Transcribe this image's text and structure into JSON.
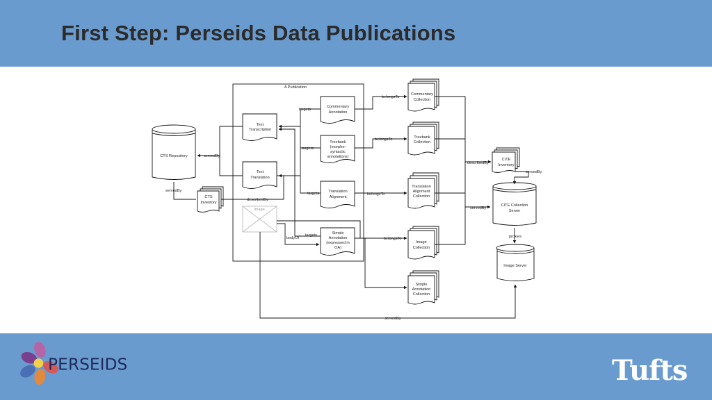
{
  "slide": {
    "title": "First Step: Perseids Data Publications"
  },
  "diagram": {
    "publication_label": "A Publication",
    "nodes": {
      "commentary_annotation": [
        "Commentary",
        "Annotation"
      ],
      "treebank": [
        "Treebank",
        "(morpho-",
        "syntactic",
        "annotations)"
      ],
      "translation_alignment": [
        "Translation",
        "Alignment"
      ],
      "simple_annotation": [
        "Simple",
        "Annotation",
        "(expressed in",
        "OA)"
      ],
      "text_transcription": [
        "Text",
        "Transcription"
      ],
      "text_translation": [
        "Text",
        "Translation"
      ],
      "image": "Image",
      "cts_repository": "CTS Repository",
      "cts_inventory": [
        "CTS",
        "Inventory"
      ],
      "commentary_collection": [
        "Commentary",
        "Collection"
      ],
      "treebank_collection": [
        "Treebank",
        "Collection"
      ],
      "translation_alignment_collection": [
        "Translation",
        "Alignment",
        "Collection"
      ],
      "image_collection": [
        "Image",
        "Collection"
      ],
      "simple_annotation_collection": [
        "Simple",
        "Annotation",
        "Collection"
      ],
      "cite_inventory": [
        "CITE",
        "Inventory"
      ],
      "cite_collection_server": [
        "CITE Collection",
        "Server"
      ],
      "image_server": "Image Server"
    },
    "edges": {
      "targets": "targets",
      "belongs_to": "belongsTo",
      "served_by": "servedBy",
      "described_by": "describedBy",
      "body_of": "bodyOf",
      "proxies": "proxies"
    }
  },
  "logos": {
    "perseids": "PERSEIDS",
    "tufts": "Tufts"
  }
}
